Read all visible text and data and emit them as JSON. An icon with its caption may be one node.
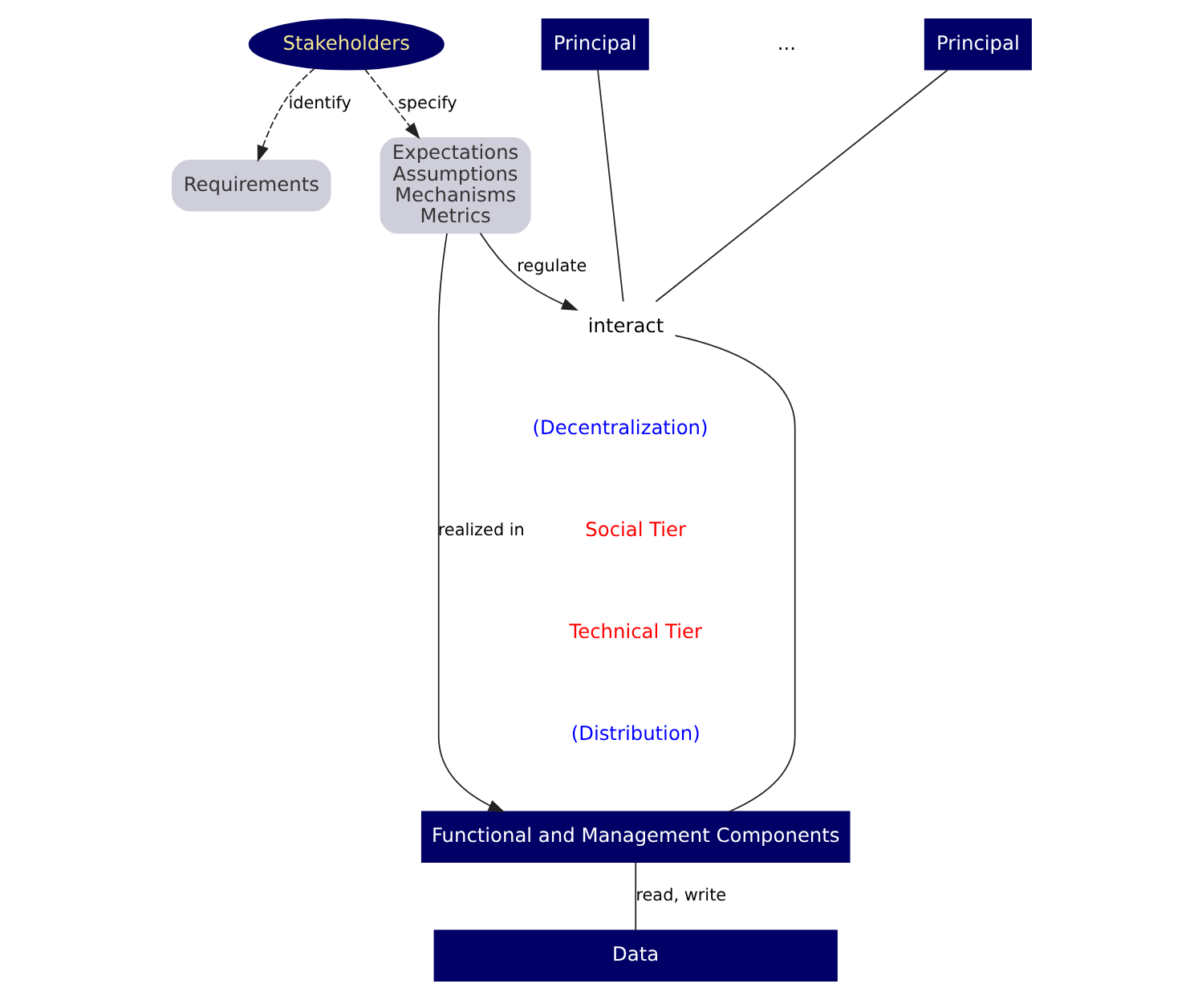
{
  "diagram": {
    "nodes": [
      {
        "text": [
          "Requirements"
        ]
      },
      {
        "text": [
          "Stakeholders"
        ]
      },
      {
        "text": [
          "Expectations",
          "Assumptions",
          "Mechanisms",
          "Metrics"
        ]
      },
      {
        "text": [
          "Principal"
        ]
      },
      {
        "text": [
          "Principal"
        ]
      },
      {
        "text": [
          "interact"
        ]
      },
      {
        "text": [
          "Functional and Management Components"
        ]
      },
      {
        "text": [
          "Data"
        ]
      }
    ],
    "edges": [
      {
        "from": 1,
        "to": 0,
        "arrow": "to",
        "label": "identify",
        "style": "dashed"
      },
      {
        "from": 1,
        "to": 2,
        "arrow": "to",
        "label": "specify",
        "style": "dashed"
      },
      {
        "from": 3,
        "to": 5,
        "arrow": "none"
      },
      {
        "from": 4,
        "to": 5,
        "arrow": "none"
      },
      {
        "from": 2,
        "to": 5,
        "arrow": "to",
        "label": "regulate"
      },
      {
        "from": 2,
        "to": 6,
        "arrow": "to",
        "label": "realized in"
      },
      {
        "from": 5,
        "to": 6,
        "arrow": "none"
      },
      {
        "from": 6,
        "to": 7,
        "arrow": "none",
        "label": "read, write"
      }
    ],
    "labels": [
      "...",
      "(Decentralization)",
      "Social Tier",
      "Technical Tier",
      "(Distribution)"
    ]
  }
}
